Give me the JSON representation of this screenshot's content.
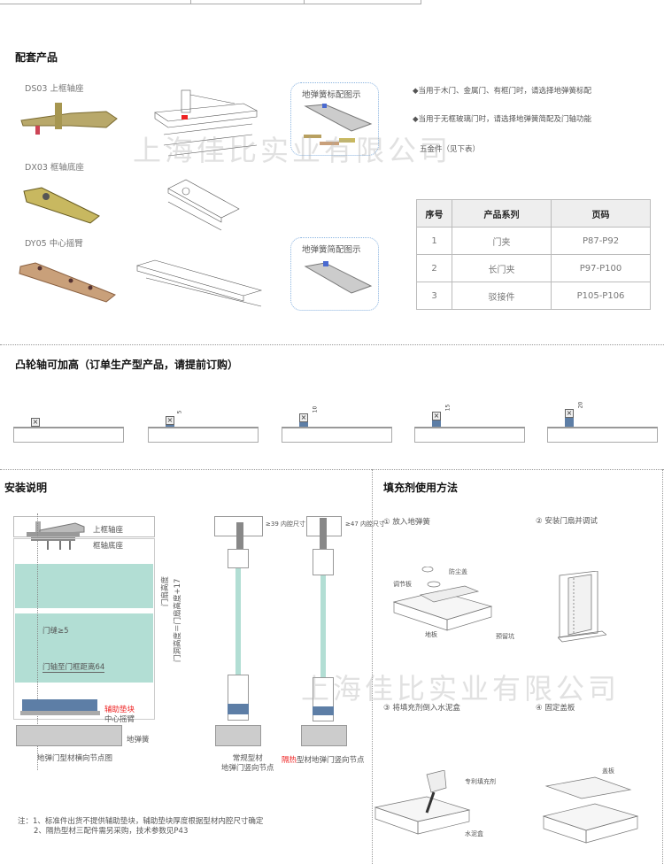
{
  "watermark": "上海佳比实业有限公司",
  "matching": {
    "title": "配套产品",
    "items": [
      {
        "label": "DS03 上框轴座"
      },
      {
        "label": "DX03 框轴底座"
      },
      {
        "label": "DY05 中心摇臂"
      }
    ],
    "boxes": [
      "地弹簧标配图示",
      "地弹簧简配图示"
    ],
    "bullets": [
      "◆当用于木门、金属门、有框门时，请选择地弹簧标配",
      "◆当用于无框玻璃门时，请选择地弹簧简配及门轴功能",
      "五金件（见下表）"
    ],
    "table": {
      "headers": [
        "序号",
        "产品系列",
        "页码"
      ],
      "rows": [
        [
          "1",
          "门夹",
          "P87-P92"
        ],
        [
          "2",
          "长门夹",
          "P97-P100"
        ],
        [
          "3",
          "驳接件",
          "P105-P106"
        ]
      ]
    }
  },
  "cam": {
    "title": "凸轮轴可加高（订单生产型产品，请提前订购）",
    "heights": [
      "",
      "5",
      "10",
      "15",
      "20"
    ]
  },
  "install": {
    "title": "安装说明",
    "labels": {
      "top_pivot": "上框轴座",
      "pivot_base": "框轴底座",
      "gap": "门缝≥5",
      "axis_dist": "门轴至门框距离64",
      "door_h": "门扇高度",
      "opening_h": "门洞高度＝门扇高度+17",
      "pad": "辅助垫块",
      "arm": "中心摇臂",
      "spring": "地弹簧",
      "cavity1": "≥39",
      "cavity2": "≥47",
      "cavity_label": "内腔尺寸"
    },
    "captions": {
      "horizontal": "地弹门型材横向节点图",
      "regular_1": "常规型材",
      "regular_2": "地弹门竖向节点",
      "thermal_red": "隔热",
      "thermal_rest": "型材地弹门竖向节点"
    },
    "notes": [
      "注：1、标准件出货不提供辅助垫块，辅助垫块厚度根据型材内腔尺寸确定",
      "2、隔热型材三配件需另采购，技术参数见P43"
    ]
  },
  "filler": {
    "title": "填充剂使用方法",
    "steps": [
      "① 放入地弹簧",
      "② 安装门扇并调试",
      "③ 将填充剂倒入水泥盒",
      "④ 固定盖板"
    ],
    "labels": {
      "dust": "防尘盖",
      "plate": "调节板",
      "floor": "地板",
      "pit": "预留坑",
      "filler": "专利填充剂",
      "box": "水泥盒",
      "cover": "盖板"
    }
  },
  "colors": {
    "glass": "#b2ded4",
    "blue": "#5d7ea6",
    "red": "#e22222",
    "dotbox": "#8ab4e0"
  }
}
